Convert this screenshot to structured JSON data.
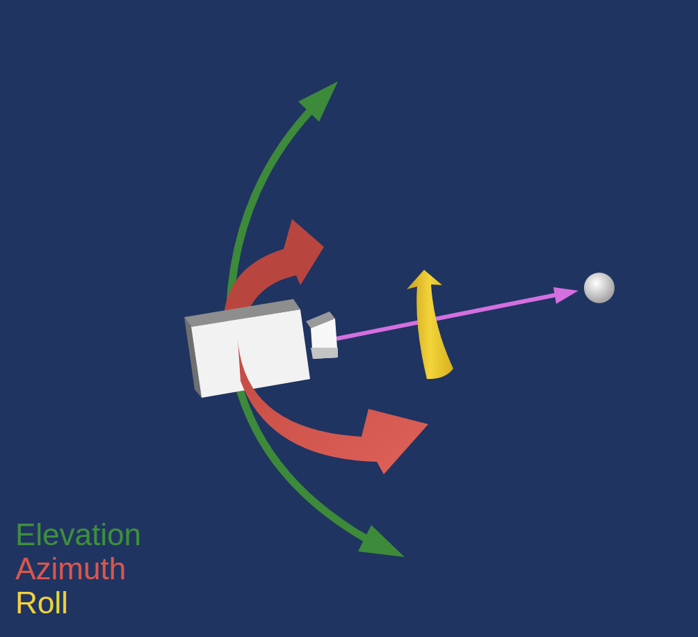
{
  "diagram": {
    "legend": [
      {
        "text": "Elevation",
        "color": "#3f8f3c"
      },
      {
        "text": "Azimuth",
        "color": "#d9574e"
      },
      {
        "text": "Roll",
        "color": "#f0d23a"
      }
    ]
  }
}
